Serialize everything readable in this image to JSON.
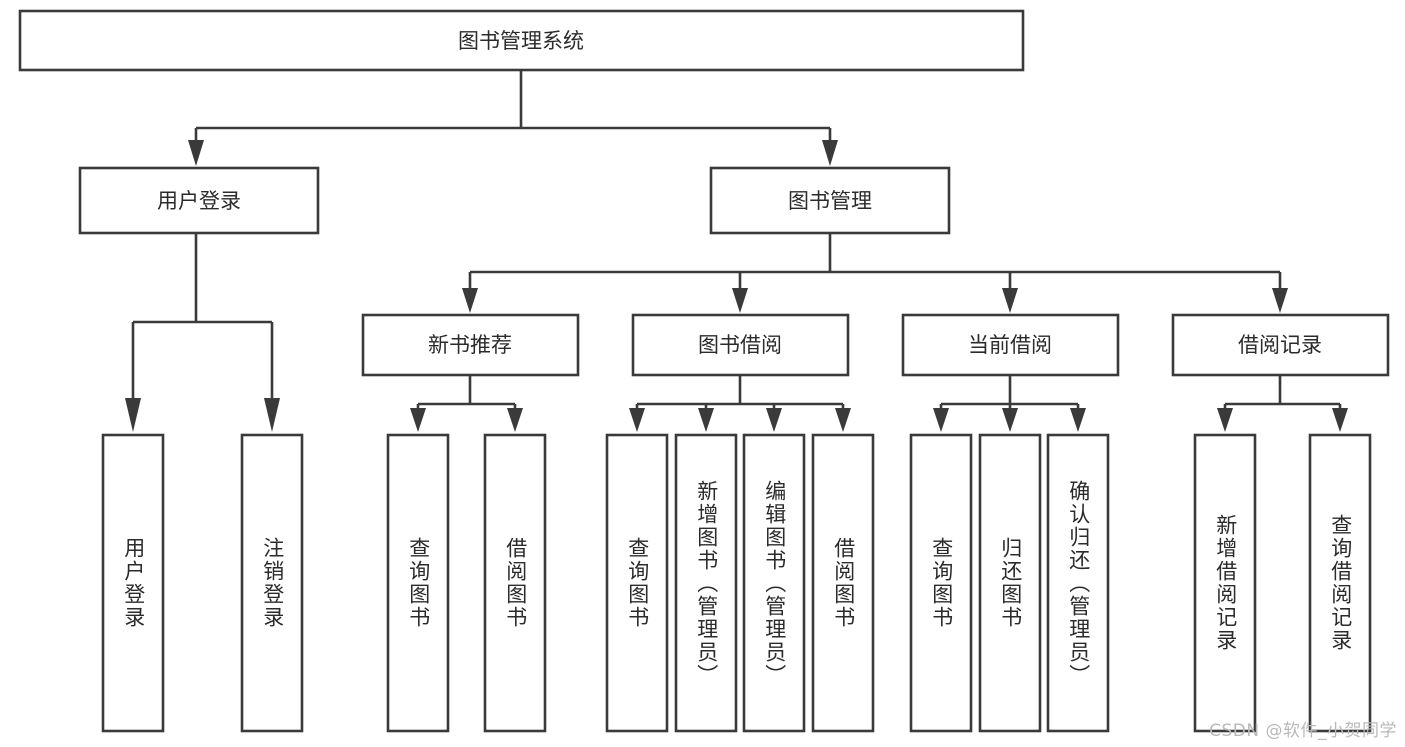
{
  "diagram": {
    "type": "tree-hierarchy",
    "title": "图书管理系统",
    "watermark": "CSDN @软件_小贺同学",
    "colors": {
      "stroke": "#3a3a3a",
      "box_fill": "#ffffff",
      "text": "#2b2b2b",
      "background": "#ffffff",
      "watermark": "#b9b9b9"
    },
    "levels": {
      "root": {
        "label": "图书管理系统"
      },
      "level2": [
        {
          "id": "user-login",
          "label": "用户登录"
        },
        {
          "id": "book-management",
          "label": "图书管理"
        }
      ],
      "level3": [
        {
          "id": "new-book-recommend",
          "label": "新书推荐",
          "parent": "book-management"
        },
        {
          "id": "book-borrow",
          "label": "图书借阅",
          "parent": "book-management"
        },
        {
          "id": "current-borrow",
          "label": "当前借阅",
          "parent": "book-management"
        },
        {
          "id": "borrow-record",
          "label": "借阅记录",
          "parent": "book-management"
        }
      ],
      "leaves": [
        {
          "id": "leaf-user-login",
          "label": "用户登录",
          "parent": "user-login"
        },
        {
          "id": "leaf-logout-login",
          "label": "注销登录",
          "parent": "user-login"
        },
        {
          "id": "leaf-query-book-1",
          "label": "查询图书",
          "parent": "new-book-recommend"
        },
        {
          "id": "leaf-borrow-book-1",
          "label": "借阅图书",
          "parent": "new-book-recommend"
        },
        {
          "id": "leaf-query-book-2",
          "label": "查询图书",
          "parent": "book-borrow"
        },
        {
          "id": "leaf-add-book",
          "label": "新增图书（管理员）",
          "parent": "book-borrow"
        },
        {
          "id": "leaf-edit-book",
          "label": "编辑图书（管理员）",
          "parent": "book-borrow"
        },
        {
          "id": "leaf-borrow-book-2",
          "label": "借阅图书",
          "parent": "book-borrow"
        },
        {
          "id": "leaf-query-book-3",
          "label": "查询图书",
          "parent": "current-borrow"
        },
        {
          "id": "leaf-return-book",
          "label": "归还图书",
          "parent": "current-borrow"
        },
        {
          "id": "leaf-confirm-return",
          "label": "确认归还（管理员）",
          "parent": "current-borrow"
        },
        {
          "id": "leaf-add-record",
          "label": "新增借阅记录",
          "parent": "borrow-record"
        },
        {
          "id": "leaf-query-record",
          "label": "查询借阅记录",
          "parent": "borrow-record"
        }
      ]
    }
  }
}
